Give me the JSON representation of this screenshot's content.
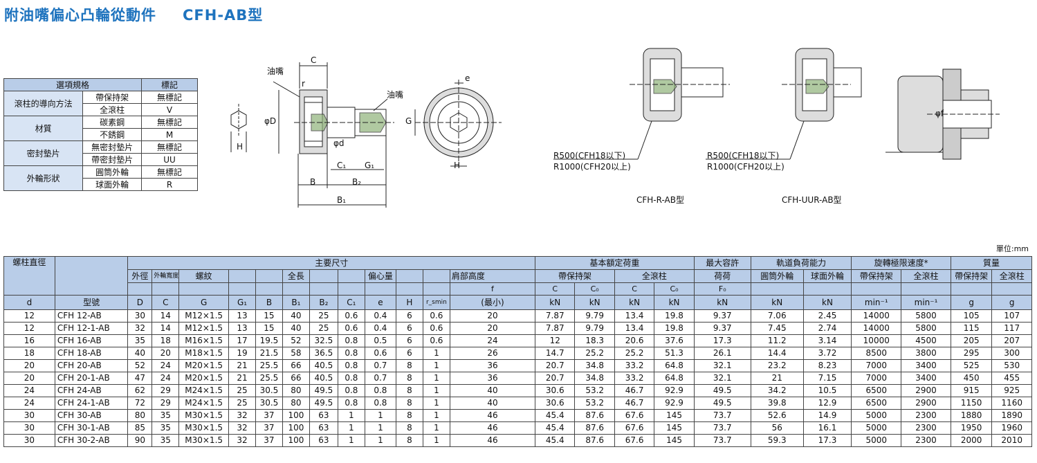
{
  "title": {
    "main": "附油嘴偏心凸輪從動件",
    "model": "CFH-AB型"
  },
  "options": {
    "header": [
      "選項規格",
      "標記"
    ],
    "groups": [
      {
        "name": "滾柱的導向方法",
        "items": [
          {
            "opt": "帶保持架",
            "mark": "無標記"
          },
          {
            "opt": "全滾柱",
            "mark": "V"
          }
        ]
      },
      {
        "name": "材質",
        "items": [
          {
            "opt": "碳素鋼",
            "mark": "無標記"
          },
          {
            "opt": "不銹鋼",
            "mark": "M"
          }
        ]
      },
      {
        "name": "密封墊片",
        "items": [
          {
            "opt": "無密封墊片",
            "mark": "無標記"
          },
          {
            "opt": "帶密封墊片",
            "mark": "UU"
          }
        ]
      },
      {
        "name": "外輪形狀",
        "items": [
          {
            "opt": "圓筒外輪",
            "mark": "無標記"
          },
          {
            "opt": "球面外輪",
            "mark": "R"
          }
        ]
      }
    ]
  },
  "drawing": {
    "oil1": "油嘴",
    "oil2": "油嘴",
    "C": "C",
    "r": "r",
    "D": "φD",
    "d": "φd",
    "G": "G",
    "C1": "C₁",
    "G1": "G₁",
    "B": "B",
    "B2": "B₂",
    "B1": "B₁",
    "H": "H",
    "H2": "H",
    "e": "e",
    "f": "φf",
    "r_note1": "R500(CFH18以下)",
    "r_note2": "R1000(CFH20以上)",
    "r_note3": "R500(CFH18以下)",
    "r_note4": "R1000(CFH20以上)",
    "cap1": "CFH-R-AB型",
    "cap2": "CFH-UUR-AB型"
  },
  "unit": "單位:mm",
  "table": {
    "h": {
      "d_head": "螺柱直徑",
      "main": "主要尺寸",
      "rating": "基本額定荷重",
      "maxload": "最大容許",
      "maxload2": "荷荷",
      "track": "軌道負荷能力",
      "speed": "旋轉極限速度*",
      "mass": "質量",
      "outer": "外徑",
      "width": "外輪寬度",
      "thread": "螺紋",
      "total": "全長",
      "ecc": "偏心量",
      "shoulder": "肩部高度",
      "cage": "帶保持架",
      "full": "全滾柱",
      "cyl": "圓筒外輪",
      "sph": "球面外輪",
      "cage2": "帶保持架",
      "full2": "全滾柱",
      "cage3": "帶保持架",
      "full3": "全滾柱",
      "s_f": "f",
      "s_C": "C",
      "s_C0": "C₀",
      "s_C2": "C",
      "s_C02": "C₀",
      "s_F0": "F₀",
      "d": "d",
      "model": "型號",
      "D": "D",
      "C": "C",
      "G": "G",
      "G1": "G₁",
      "B": "B",
      "B1": "B₁",
      "B2": "B₂",
      "C1": "C₁",
      "e": "e",
      "H": "H",
      "rsmin": "r_smin",
      "fmin": "(最小)",
      "kN1": "kN",
      "kN2": "kN",
      "kN3": "kN",
      "kN4": "kN",
      "kN5": "kN",
      "kN6": "kN",
      "kN7": "kN",
      "min1": "min⁻¹",
      "min2": "min⁻¹",
      "g1": "g",
      "g2": "g"
    },
    "rows": [
      [
        "12",
        "CFH 12-AB",
        "30",
        "14",
        "M12×1.5",
        "13",
        "15",
        "40",
        "25",
        "0.6",
        "0.4",
        "6",
        "0.6",
        "20",
        "7.87",
        "9.79",
        "13.4",
        "19.8",
        "9.37",
        "7.06",
        "2.45",
        "14000",
        "5800",
        "105",
        "107"
      ],
      [
        "12",
        "CFH 12-1-AB",
        "32",
        "14",
        "M12×1.5",
        "13",
        "15",
        "40",
        "25",
        "0.6",
        "0.4",
        "6",
        "0.6",
        "20",
        "7.87",
        "9.79",
        "13.4",
        "19.8",
        "9.37",
        "7.45",
        "2.74",
        "14000",
        "5800",
        "115",
        "117"
      ],
      [
        "16",
        "CFH 16-AB",
        "35",
        "18",
        "M16×1.5",
        "17",
        "19.5",
        "52",
        "32.5",
        "0.8",
        "0.5",
        "6",
        "0.6",
        "24",
        "12",
        "18.3",
        "20.6",
        "37.6",
        "17.3",
        "11.2",
        "3.14",
        "10000",
        "4500",
        "205",
        "207"
      ],
      [
        "18",
        "CFH 18-AB",
        "40",
        "20",
        "M18×1.5",
        "19",
        "21.5",
        "58",
        "36.5",
        "0.8",
        "0.6",
        "6",
        "1",
        "26",
        "14.7",
        "25.2",
        "25.2",
        "51.3",
        "26.1",
        "14.4",
        "3.72",
        "8500",
        "3800",
        "295",
        "300"
      ],
      [
        "20",
        "CFH 20-AB",
        "52",
        "24",
        "M20×1.5",
        "21",
        "25.5",
        "66",
        "40.5",
        "0.8",
        "0.7",
        "8",
        "1",
        "36",
        "20.7",
        "34.8",
        "33.2",
        "64.8",
        "32.1",
        "23.2",
        "8.23",
        "7000",
        "3400",
        "525",
        "530"
      ],
      [
        "20",
        "CFH 20-1-AB",
        "47",
        "24",
        "M20×1.5",
        "21",
        "25.5",
        "66",
        "40.5",
        "0.8",
        "0.7",
        "8",
        "1",
        "36",
        "20.7",
        "34.8",
        "33.2",
        "64.8",
        "32.1",
        "21",
        "7.15",
        "7000",
        "3400",
        "450",
        "455"
      ],
      [
        "24",
        "CFH 24-AB",
        "62",
        "29",
        "M24×1.5",
        "25",
        "30.5",
        "80",
        "49.5",
        "0.8",
        "0.8",
        "8",
        "1",
        "40",
        "30.6",
        "53.2",
        "46.7",
        "92.9",
        "49.5",
        "34.2",
        "10.5",
        "6500",
        "2900",
        "915",
        "925"
      ],
      [
        "24",
        "CFH 24-1-AB",
        "72",
        "29",
        "M24×1.5",
        "25",
        "30.5",
        "80",
        "49.5",
        "0.8",
        "0.8",
        "8",
        "1",
        "40",
        "30.6",
        "53.2",
        "46.7",
        "92.9",
        "49.5",
        "39.8",
        "12.9",
        "6500",
        "2900",
        "1150",
        "1160"
      ],
      [
        "30",
        "CFH 30-AB",
        "80",
        "35",
        "M30×1.5",
        "32",
        "37",
        "100",
        "63",
        "1",
        "1",
        "8",
        "1",
        "46",
        "45.4",
        "87.6",
        "67.6",
        "145",
        "73.7",
        "52.6",
        "14.9",
        "5000",
        "2300",
        "1880",
        "1890"
      ],
      [
        "30",
        "CFH 30-1-AB",
        "85",
        "35",
        "M30×1.5",
        "32",
        "37",
        "100",
        "63",
        "1",
        "1",
        "8",
        "1",
        "46",
        "45.4",
        "87.6",
        "67.6",
        "145",
        "73.7",
        "56",
        "16.1",
        "5000",
        "2300",
        "1950",
        "1960"
      ],
      [
        "30",
        "CFH 30-2-AB",
        "90",
        "35",
        "M30×1.5",
        "32",
        "37",
        "100",
        "63",
        "1",
        "1",
        "8",
        "1",
        "46",
        "45.4",
        "87.6",
        "67.6",
        "145",
        "73.7",
        "59.3",
        "17.3",
        "5000",
        "2300",
        "2000",
        "2010"
      ]
    ]
  }
}
